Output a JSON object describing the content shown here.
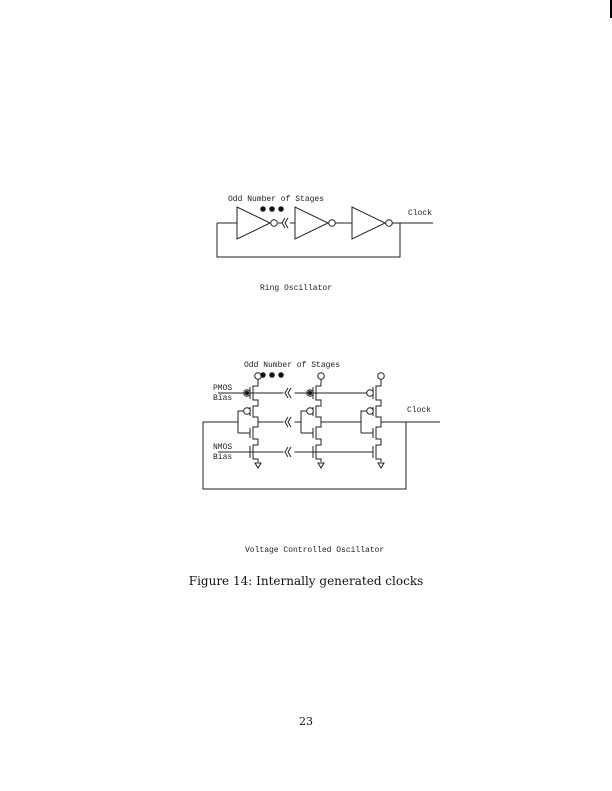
{
  "ring_oscillator": {
    "stages_label": "Odd Number of Stages",
    "output_label": "Clock",
    "caption": "Ring Oscillator"
  },
  "vco": {
    "stages_label": "Odd Number of Stages",
    "pmos_label": "PMOS",
    "pmos_label2": "Bias",
    "nmos_label": "NMOS",
    "nmos_label2": "Bias",
    "output_label": "Clock",
    "caption": "Voltage Controlled Oscillator"
  },
  "figure_caption": "Figure 14: Internally generated clocks",
  "page_number": "23"
}
